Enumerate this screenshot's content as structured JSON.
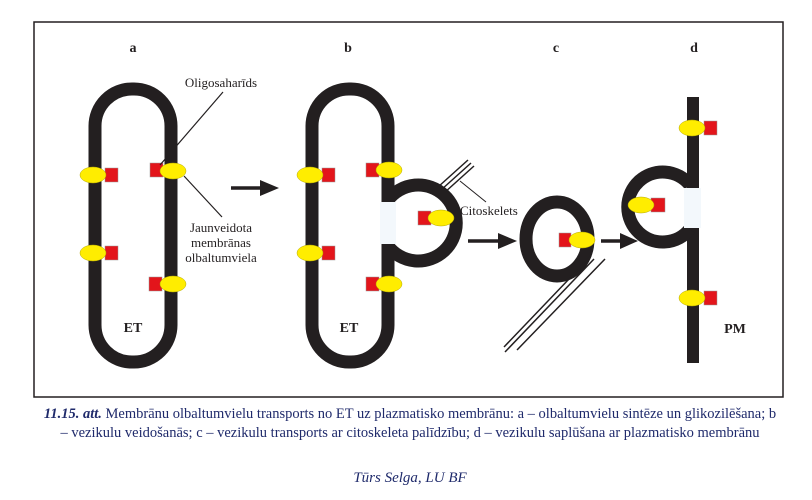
{
  "panel_labels": {
    "a": "a",
    "b": "b",
    "c": "c",
    "d": "d"
  },
  "labels": {
    "oligosaccharide": "Oligosaharīds",
    "protein_line1": "Jaunveidota",
    "protein_line2": "membrānas",
    "protein_line3": "olbaltumviela",
    "cytoskeleton": "Citoskelets",
    "er_a": "ET",
    "er_b": "ET",
    "pm": "PM"
  },
  "caption": {
    "number": "11.15. att.",
    "text": " Membrānu olbaltumvielu transports no ET uz plazmatisko membrānu: a – olbaltumvielu sintēze un glikozilēšana; b – vezikulu veidošanās; c – vezikulu transports ar citoskeleta palīdzību; d – vezikulu saplūšana ar plazmatisko membrānu",
    "author": "Tūrs Selga, LU BF"
  },
  "colors": {
    "membrane": "#231f20",
    "protein": "#ffed00",
    "oligosaccharide": "#e3151b",
    "caption": "#1f2a6b",
    "gap": "#f3f8fc"
  }
}
